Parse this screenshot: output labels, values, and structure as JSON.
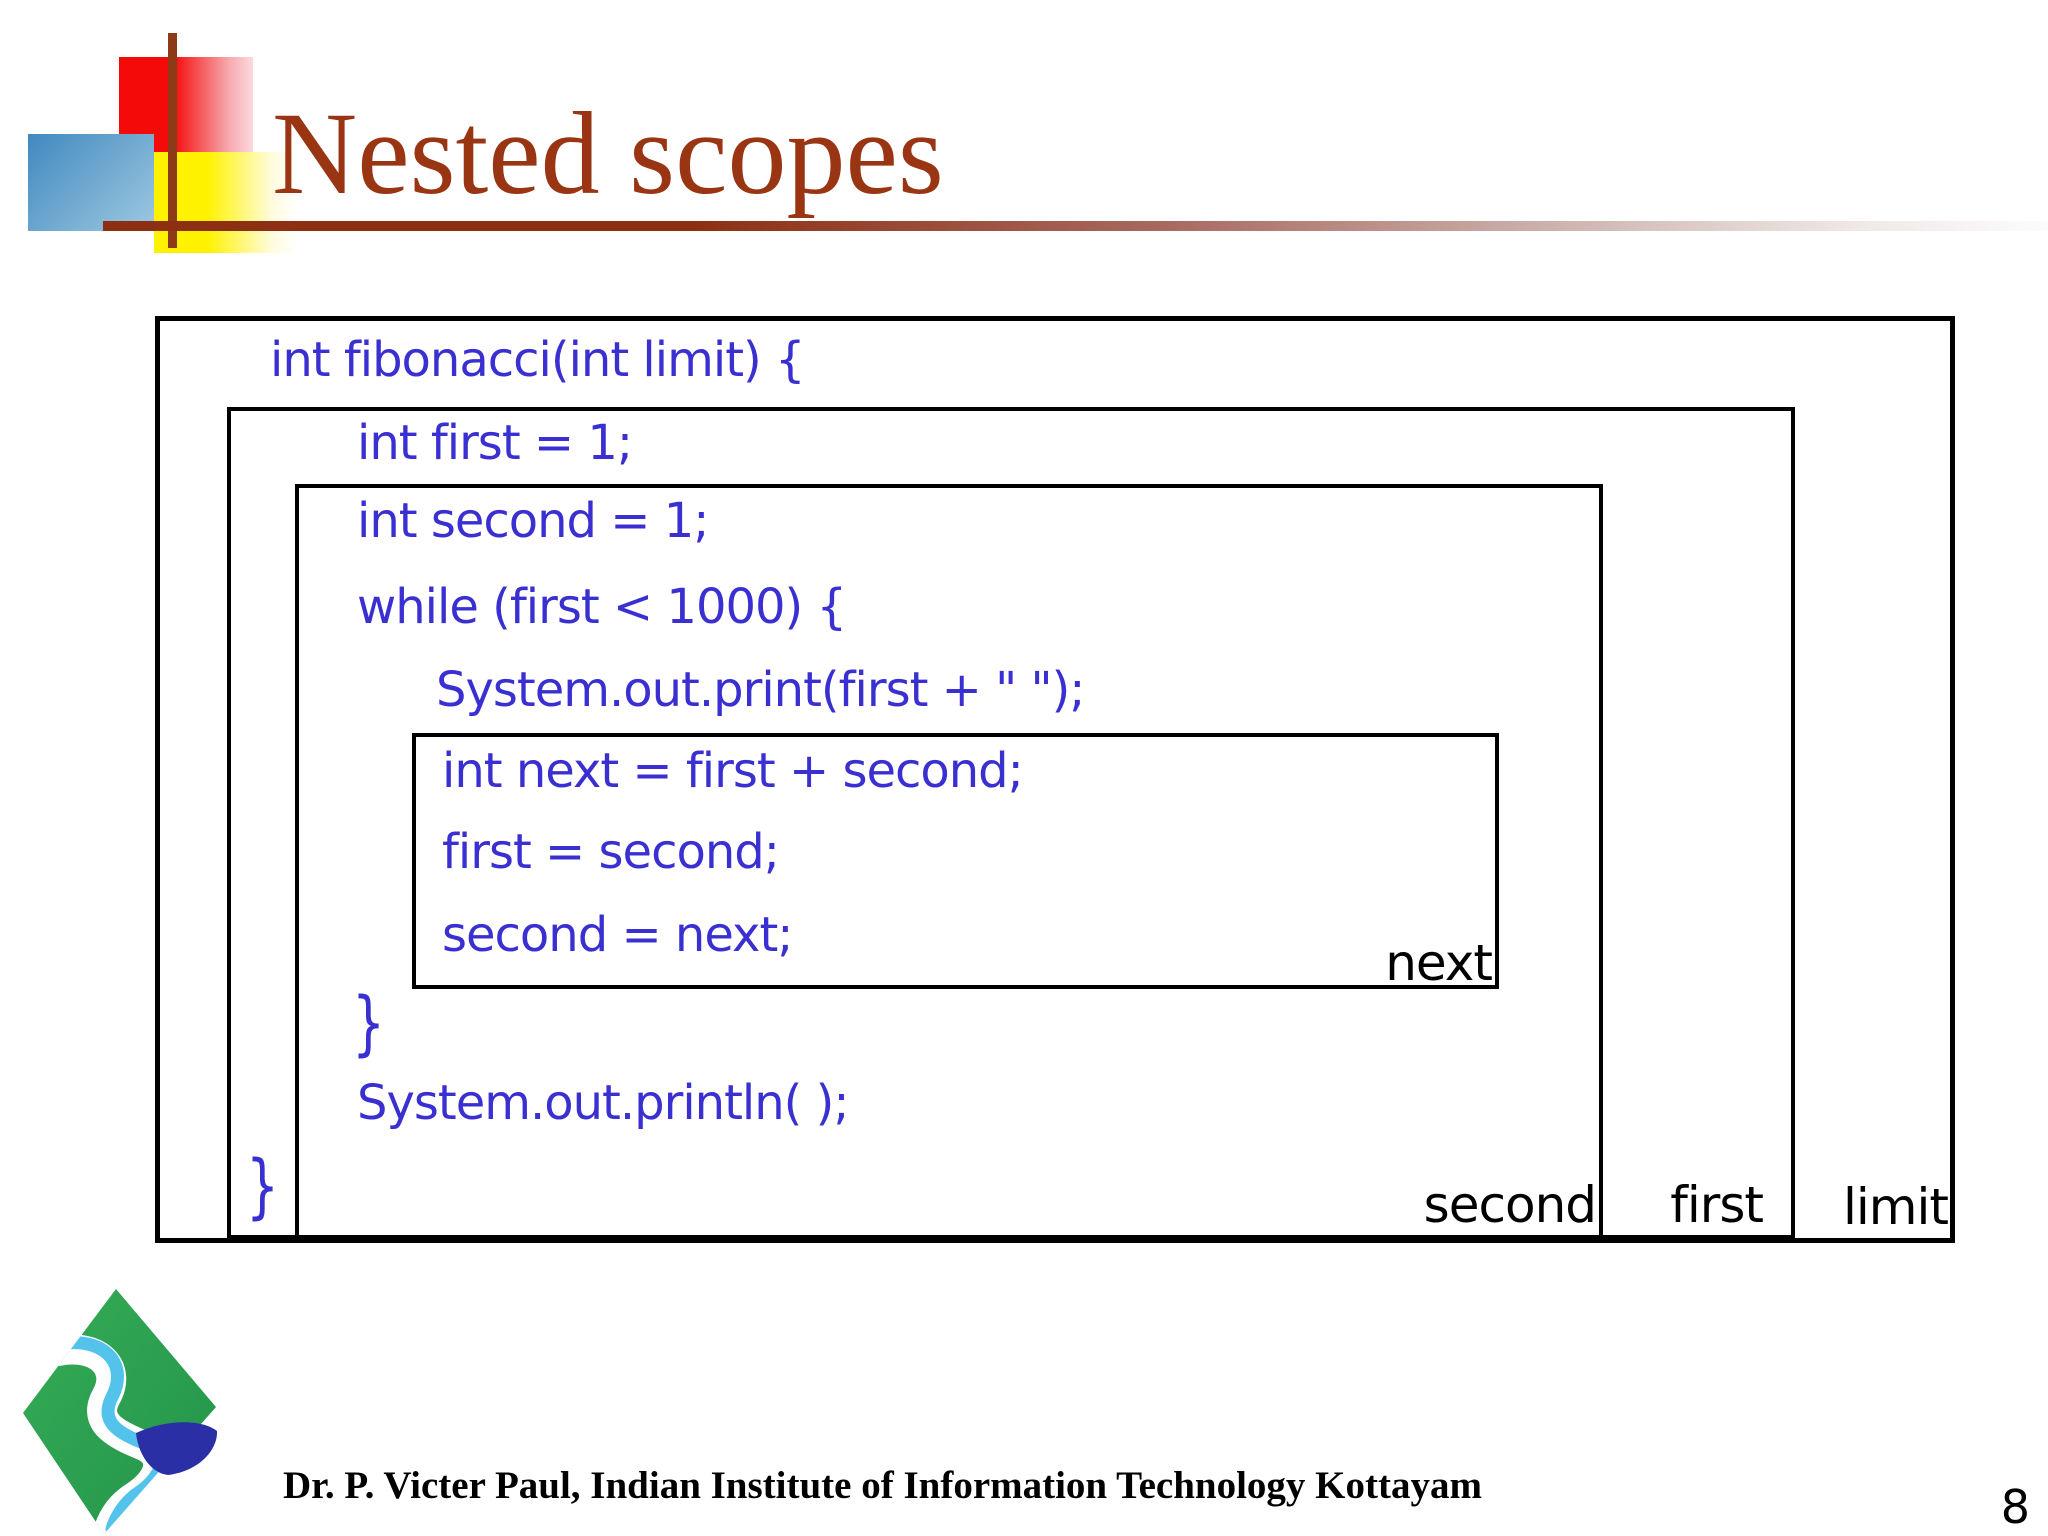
{
  "slide": {
    "title": "Nested scopes",
    "footer_text": "Dr. P. Victer Paul, Indian Institute of Information Technology Kottayam",
    "page_number": "8"
  },
  "code": {
    "lines": [
      "int fibonacci(int limit) {",
      "int first = 1;",
      "int second = 1;",
      "while (first < 1000) {",
      "System.out.print(first + \" \");",
      "int next = first + second;",
      "first = second;",
      "second = next;",
      "}",
      "System.out.println( );",
      "}"
    ]
  },
  "scope_labels": {
    "inner_loop_body": "next",
    "second_scope": "second",
    "first_scope": "first",
    "method_scope": "limit"
  },
  "icons": {
    "logo": "iiit-kottayam-logo"
  },
  "colors": {
    "title_text": "#9A3514",
    "code_text": "#3A2FD1",
    "label_text": "#000000",
    "box_border": "#000000",
    "rule_dark": "#8C2F12",
    "decor_red": "#F50A0A",
    "decor_yellow": "#FFF200",
    "decor_blue": "#4089C0",
    "logo_green": "#2FA14F",
    "logo_light_blue": "#54C3EC",
    "logo_dark_blue": "#2A2FA6"
  }
}
